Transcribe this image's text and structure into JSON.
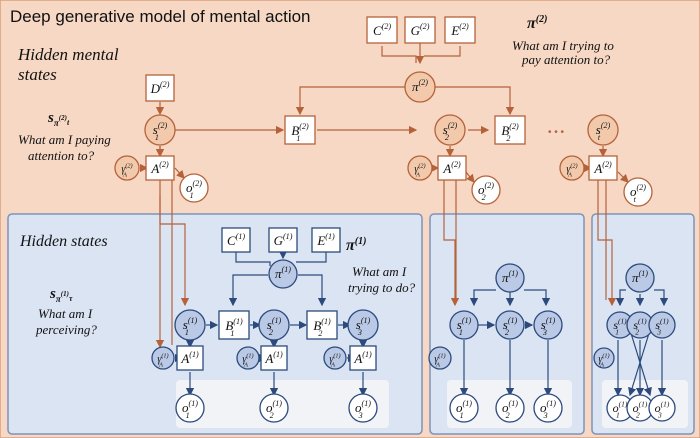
{
  "title": "Deep generative model of mental action",
  "upper": {
    "hidden_states_label_line1": "Hidden mental",
    "hidden_states_label_line2": "states",
    "s_label": "s",
    "s_sub": "π",
    "s_subsup": "(2)",
    "s_subsub": "t",
    "s_question_line1": "What am I paying",
    "s_question_line2": "attention to?",
    "pi_label": "π",
    "pi_sup": "(2)",
    "pi_question_line1": "What am I trying to",
    "pi_question_line2": "pay attention to?",
    "nodes": {
      "D": "D",
      "C": "C",
      "G": "G",
      "E": "E",
      "pi": "π",
      "s1": "s",
      "s1_sub": "1",
      "s2": "s",
      "s2_sub": "2",
      "st": "s",
      "st_sub": "t",
      "B1": "B",
      "B1_sub": "1",
      "B2": "B",
      "B2_sub": "2",
      "A": "A",
      "gamma": "γ",
      "gamma_sub": "A",
      "o1": "o",
      "o1_sub": "1",
      "o2": "o",
      "o2_sub": "2",
      "ot": "o",
      "ot_sub": "t",
      "level": "(2)",
      "dots": "• • •"
    }
  },
  "lower": {
    "hidden_states_label": "Hidden states",
    "s_label": "s",
    "s_sub": "π",
    "s_subsup": "(1)",
    "s_subsub": "τ",
    "s_question_line1": "What am I",
    "s_question_line2": "perceiving?",
    "pi_label": "π",
    "pi_sup": "(1)",
    "pi_question_line1": "What am I",
    "pi_question_line2": "trying to do?",
    "nodes": {
      "C": "C",
      "G": "G",
      "E": "E",
      "pi": "π",
      "s": "s",
      "B": "B",
      "A": "A",
      "o": "o",
      "gamma": "γ",
      "gamma_sub": "A",
      "level": "(1)",
      "n1": "1",
      "n2": "2",
      "n3": "3"
    }
  }
}
